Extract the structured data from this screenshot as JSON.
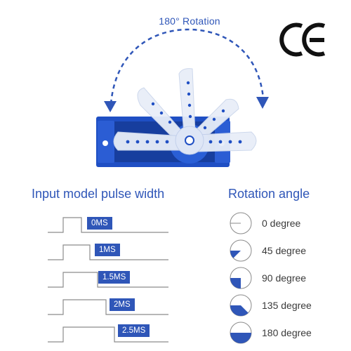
{
  "rotation_label": "180° Rotation",
  "ce_mark": "CE",
  "left_heading": "Input model pulse width",
  "right_heading": "Rotation angle",
  "pulses": [
    "0MS",
    "1MS",
    "1.5MS",
    "2MS",
    "2.5MS"
  ],
  "angles": [
    {
      "label": "0 degree",
      "fraction": 0
    },
    {
      "label": "45 degree",
      "fraction": 0.25
    },
    {
      "label": "90 degree",
      "fraction": 0.5
    },
    {
      "label": "135 degree",
      "fraction": 0.75
    },
    {
      "label": "180 degree",
      "fraction": 1
    }
  ],
  "colors": {
    "accent": "#2f56b8",
    "servo_blue": "#1f4fc4",
    "horn": "#e8eef8"
  }
}
